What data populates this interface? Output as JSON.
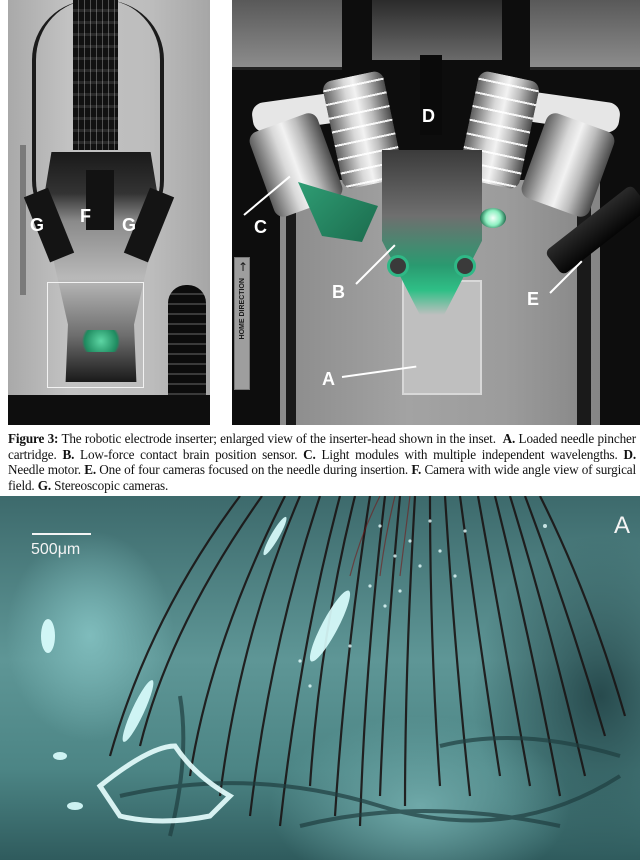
{
  "figure": {
    "number_label": "Figure 3:",
    "caption_intro": "The robotic electrode inserter; enlarged view of the inserter-head shown in the inset.",
    "items": [
      {
        "key": "A.",
        "text": "Loaded needle pincher cartridge."
      },
      {
        "key": "B.",
        "text": "Low-force contact brain position sensor."
      },
      {
        "key": "C.",
        "text": "Light modules with multiple independent wavelengths."
      },
      {
        "key": "D.",
        "text": "Needle motor."
      },
      {
        "key": "E.",
        "text": "One of four cameras focused on the needle during insertion."
      },
      {
        "key": "F.",
        "text": "Camera with wide angle view of surgical field."
      },
      {
        "key": "G.",
        "text": "Stereoscopic cameras."
      }
    ]
  },
  "left_photo": {
    "description": "Full robotic electrode inserter with inset box",
    "labels": {
      "g_left": "G",
      "f": "F",
      "g_right": "G"
    }
  },
  "right_photo": {
    "description": "Enlarged view of inserter head",
    "labels": {
      "a": "A",
      "b": "B",
      "c": "C",
      "d": "D",
      "e": "E"
    },
    "home_direction_label": "HOME DIRECTION",
    "home_direction_arrow": "↑"
  },
  "micrograph": {
    "description": "Electrode threads inserted into brain tissue",
    "scale_bar_label": "500μm",
    "panel_letter": "A"
  },
  "colors": {
    "caption_text": "#111111",
    "annotation_white": "#ffffff",
    "micrograph_teal": "#5e9696",
    "led_green": "#2fb886"
  }
}
